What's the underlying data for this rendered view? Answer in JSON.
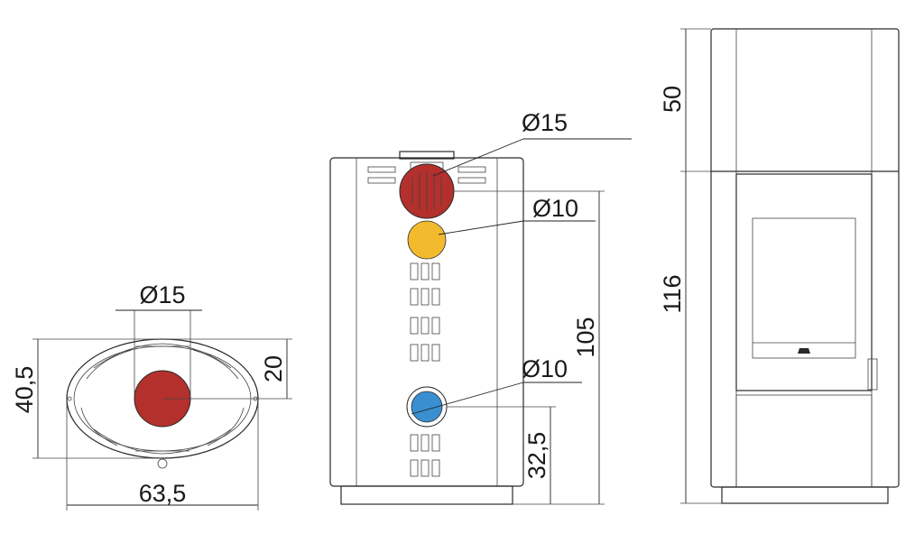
{
  "colors": {
    "smoke_outlet": "#b3302d",
    "air_inlet_top": "#f2bb2e",
    "air_inlet_bottom": "#3a8fd0",
    "line": "#2a2a2a"
  },
  "top_view": {
    "outlet_diameter": "Ø15",
    "width": "63,5",
    "depth": "40,5",
    "outlet_offset": "20"
  },
  "front_view": {
    "top_outlet_diameter": "Ø15",
    "upper_inlet_diameter": "Ø10",
    "lower_inlet_diameter": "Ø10",
    "outlet_height": "105",
    "lower_inlet_height": "32,5"
  },
  "side_view": {
    "upper_height": "50",
    "lower_height": "116"
  }
}
